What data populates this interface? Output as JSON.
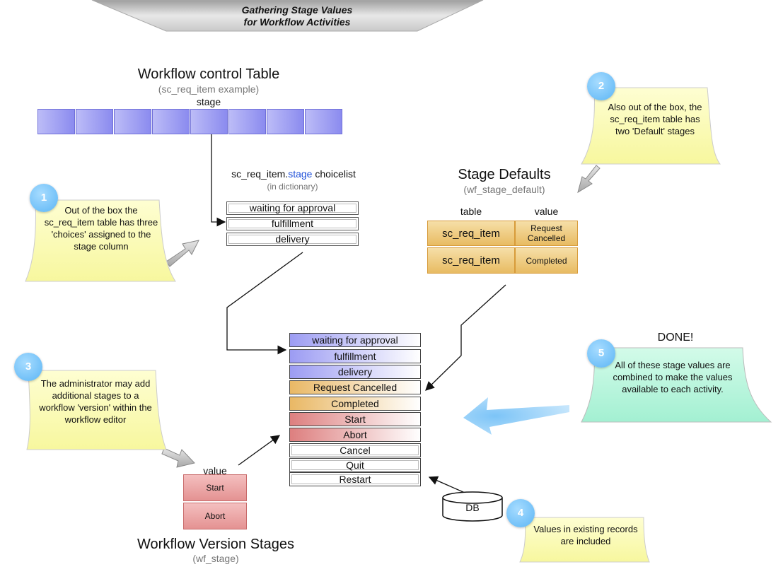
{
  "banner": {
    "line1": "Gathering Stage Values",
    "line2": "for Workflow Activities"
  },
  "control_table": {
    "title": "Workflow control Table",
    "subtitle": "(sc_req_item example)",
    "column_label": "stage"
  },
  "choicelist": {
    "title_prefix": "sc_req_item.",
    "title_field": "stage",
    "title_suffix": " choicelist",
    "subtitle": "(in dictionary)",
    "items": [
      "waiting for approval",
      "fulfillment",
      "delivery"
    ]
  },
  "stage_defaults": {
    "title": "Stage Defaults",
    "subtitle": "(wf_stage_default)",
    "col_table": "table",
    "col_value": "value",
    "rows": [
      {
        "table": "sc_req_item",
        "value": "Request Cancelled"
      },
      {
        "table": "sc_req_item",
        "value": "Completed"
      }
    ]
  },
  "combined": {
    "items": [
      {
        "label": "waiting for approval",
        "style": "blue"
      },
      {
        "label": "fulfillment",
        "style": "blue"
      },
      {
        "label": "delivery",
        "style": "blue"
      },
      {
        "label": "Request Cancelled",
        "style": "gold"
      },
      {
        "label": "Completed",
        "style": "gold"
      },
      {
        "label": "Start",
        "style": "red"
      },
      {
        "label": "Abort",
        "style": "red"
      },
      {
        "label": "Cancel",
        "style": "plain"
      },
      {
        "label": "Quit",
        "style": "plain"
      },
      {
        "label": "Restart",
        "style": "plain"
      }
    ]
  },
  "version_stages": {
    "col_label": "value",
    "items": [
      "Start",
      "Abort"
    ],
    "title": "Workflow Version Stages",
    "subtitle": "(wf_stage)"
  },
  "db": {
    "label": "DB"
  },
  "done": {
    "label": "DONE!"
  },
  "notes": [
    {
      "number": "1",
      "text": "Out of the box the sc_req_item table has three 'choices' assigned to the stage column"
    },
    {
      "number": "2",
      "text": "Also out of the box, the sc_req_item table has two 'Default' stages"
    },
    {
      "number": "3",
      "text": "The administrator may add additional stages to a workflow 'version' within the workflow editor"
    },
    {
      "number": "4",
      "text": "Values in existing records are included"
    },
    {
      "number": "5",
      "text": "All of these stage values are combined to make the values available to each activity."
    }
  ],
  "colors": {
    "note_yellow": "#fbfbb3",
    "note_green": "#b4f5dc",
    "badge_blue": "#5bb5f5",
    "big_arrow": "#7cc4f7"
  }
}
